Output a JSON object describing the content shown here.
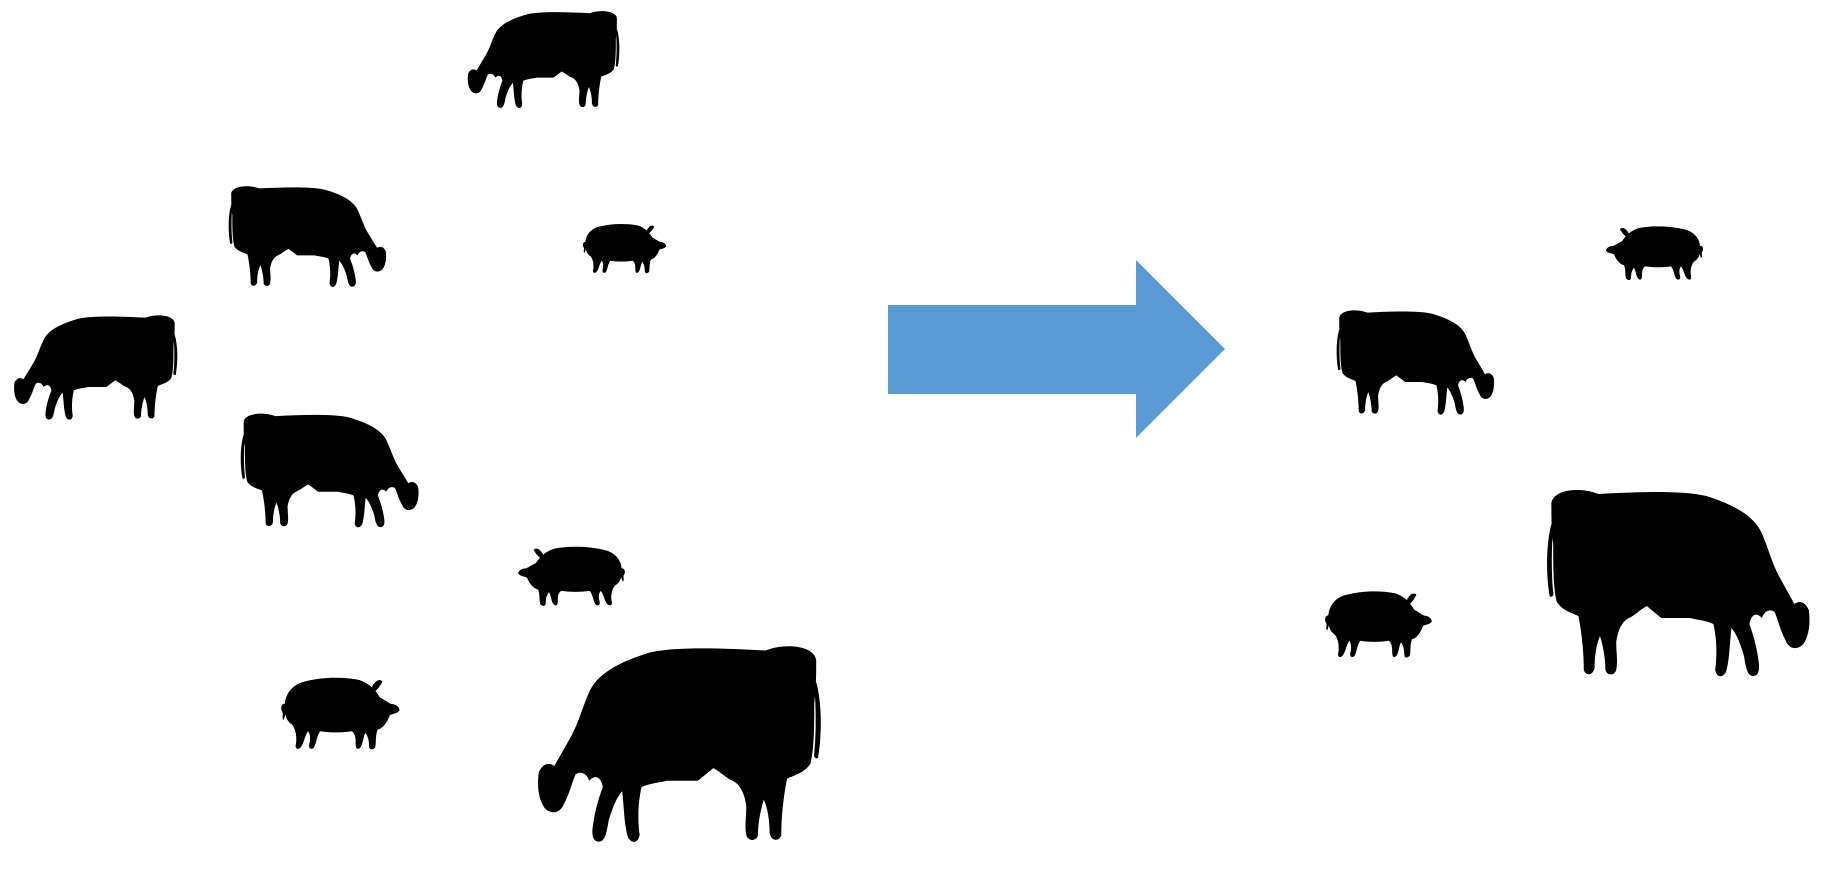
{
  "colors": {
    "background": "#ffffff",
    "silhouette": "#000000",
    "arrow": "#5b9bd5"
  },
  "before_group": {
    "animals": [
      {
        "kind": "cow",
        "icon": "cow-icon",
        "facing": "left"
      },
      {
        "kind": "cow",
        "icon": "cow-icon",
        "facing": "right"
      },
      {
        "kind": "pig",
        "icon": "pig-icon",
        "facing": "right"
      },
      {
        "kind": "cow",
        "icon": "cow-icon",
        "facing": "left"
      },
      {
        "kind": "cow",
        "icon": "cow-icon",
        "facing": "right"
      },
      {
        "kind": "pig",
        "icon": "pig-icon",
        "facing": "left"
      },
      {
        "kind": "pig",
        "icon": "pig-icon",
        "facing": "right"
      },
      {
        "kind": "cow",
        "icon": "cow-icon",
        "facing": "left"
      }
    ]
  },
  "transition": {
    "icon": "right-arrow-icon"
  },
  "after_group": {
    "animals": [
      {
        "kind": "pig",
        "icon": "pig-icon",
        "facing": "left"
      },
      {
        "kind": "cow",
        "icon": "cow-icon",
        "facing": "right"
      },
      {
        "kind": "pig",
        "icon": "pig-icon",
        "facing": "right"
      },
      {
        "kind": "cow",
        "icon": "cow-icon",
        "facing": "right"
      }
    ]
  }
}
